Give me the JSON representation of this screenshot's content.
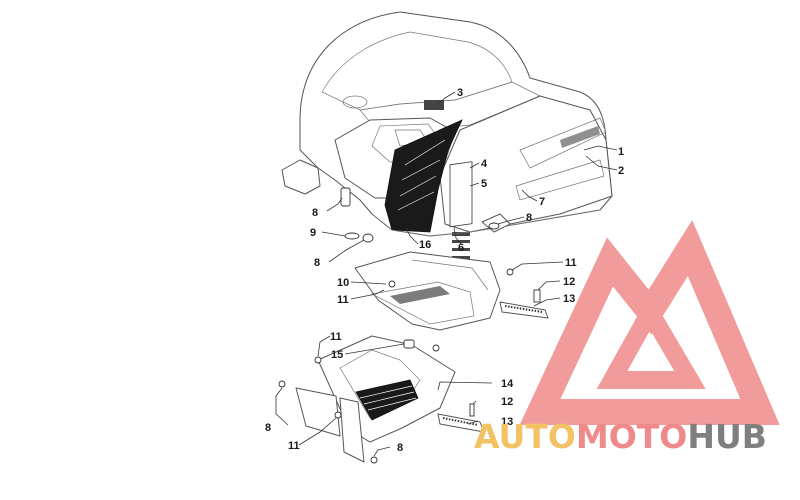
{
  "diagram": {
    "callouts": {
      "c1": "1",
      "c2": "2",
      "c3": "3",
      "c4": "4",
      "c5": "5",
      "c6": "6",
      "c7": "7",
      "c8a": "8",
      "c8b": "8",
      "c8c": "8",
      "c8d": "8",
      "c8e": "8",
      "c9": "9",
      "c10": "10",
      "c11a": "11",
      "c11b": "11",
      "c11c": "11",
      "c11d": "11",
      "c12a": "12",
      "c12b": "12",
      "c13a": "13",
      "c13b": "13",
      "c14": "14",
      "c15": "15",
      "c16": "16"
    }
  },
  "watermark": {
    "part1": "AUTO",
    "part2": "MOTO",
    "part3": "HUB",
    "colors": {
      "part1": "#f2c265",
      "part2": "#f08a8a",
      "part3": "#7f7f7f",
      "triangle": "#f08a8a"
    }
  }
}
